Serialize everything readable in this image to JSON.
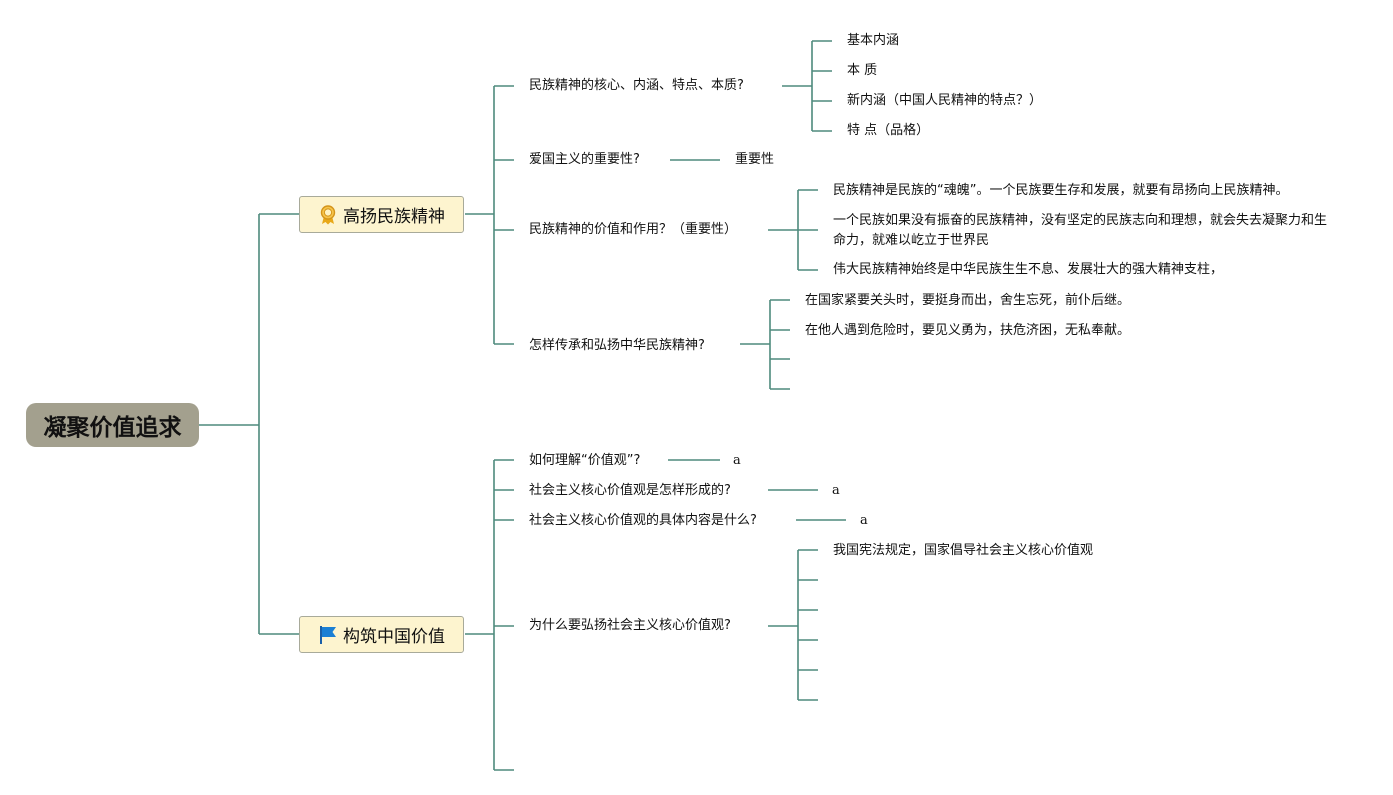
{
  "root": {
    "label": "凝聚价值追求"
  },
  "branches": [
    {
      "label": "高扬民族精神",
      "icon": "award-ribbon-icon",
      "questions": [
        {
          "label": "民族精神的核心、内涵、特点、本质?",
          "answers": [
            "基本内涵",
            "本 质",
            "新内涵（中国人民精神的特点？）",
            "特 点（品格）"
          ]
        },
        {
          "label": "爱国主义的重要性?",
          "answers": [
            "重要性"
          ]
        },
        {
          "label": "民族精神的价值和作用？（重要性）",
          "answers": [
            "民族精神是民族的“魂魄”。一个民族要生存和发展，就要有昂扬向上民族精神。",
            "一个民族如果没有振奋的民族精神，没有坚定的民族志向和理想，就会失去凝聚力和生命力，就难以屹立于世界民",
            "伟大民族精神始终是中华民族生生不息、发展壮大的强大精神支柱，"
          ]
        },
        {
          "label": "怎样传承和弘扬中华民族精神?",
          "answers": [
            "在国家紧要关头时，要挺身而出，舍生忘死，前仆后继。",
            "在他人遇到危险时，要见义勇为，扶危济困，无私奉献。",
            "",
            ""
          ]
        }
      ]
    },
    {
      "label": "构筑中国价值",
      "icon": "blue-flag-icon",
      "questions": [
        {
          "label": "如何理解“价值观”?",
          "answers": [
            "a"
          ]
        },
        {
          "label": "社会主义核心价值观是怎样形成的?",
          "answers": [
            "a"
          ]
        },
        {
          "label": "社会主义核心价值观的具体内容是什么?",
          "answers": [
            "a"
          ]
        },
        {
          "label": "为什么要弘扬社会主义核心价值观?",
          "answers": [
            "我国宪法规定，国家倡导社会主义核心价值观",
            "",
            "",
            "",
            "",
            ""
          ]
        },
        {
          "label": "",
          "answers": []
        }
      ]
    }
  ],
  "colors": {
    "connector": "#4e8a7d",
    "root_fill": "#a3a08e",
    "main_fill": "#fdf4cf",
    "main_border": "#a8aa9a",
    "award_icon": "#e8a817",
    "flag_icon": "#1a7fd4"
  }
}
